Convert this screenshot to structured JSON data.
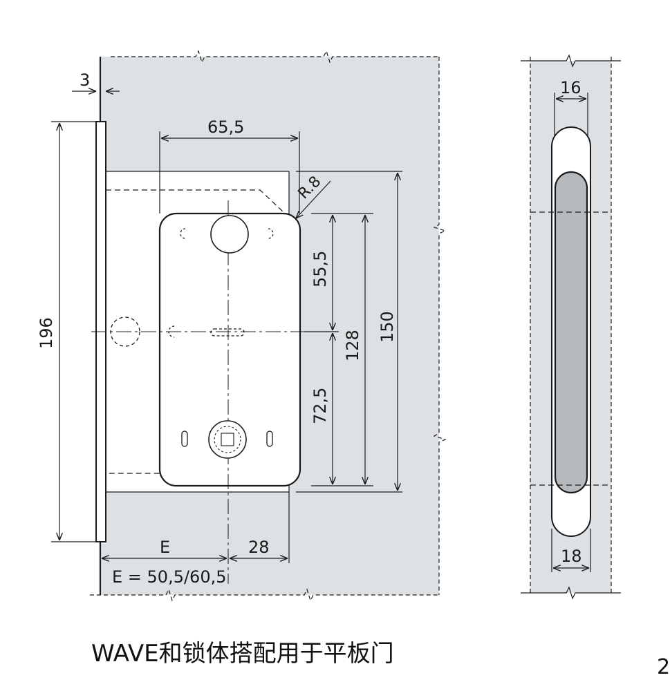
{
  "colors": {
    "door": "#dde1e3",
    "handle_dark": "#b7babd",
    "line": "#1a1a1a"
  },
  "dimensions": {
    "plate_offset": "3",
    "total_height": "196",
    "cutout_width": "65,5",
    "corner_radius": "R.8",
    "upper_part": "55,5",
    "lower_part": "72,5",
    "spacing": "128",
    "cutout_height": "150",
    "backset_label": "E",
    "offset_28": "28",
    "backset_values": "E = 50,5/60,5",
    "section_top_width": "16",
    "section_bottom_width": "18"
  },
  "caption": "WAVE和锁体搭配用于平板门",
  "edge_mark": "2"
}
